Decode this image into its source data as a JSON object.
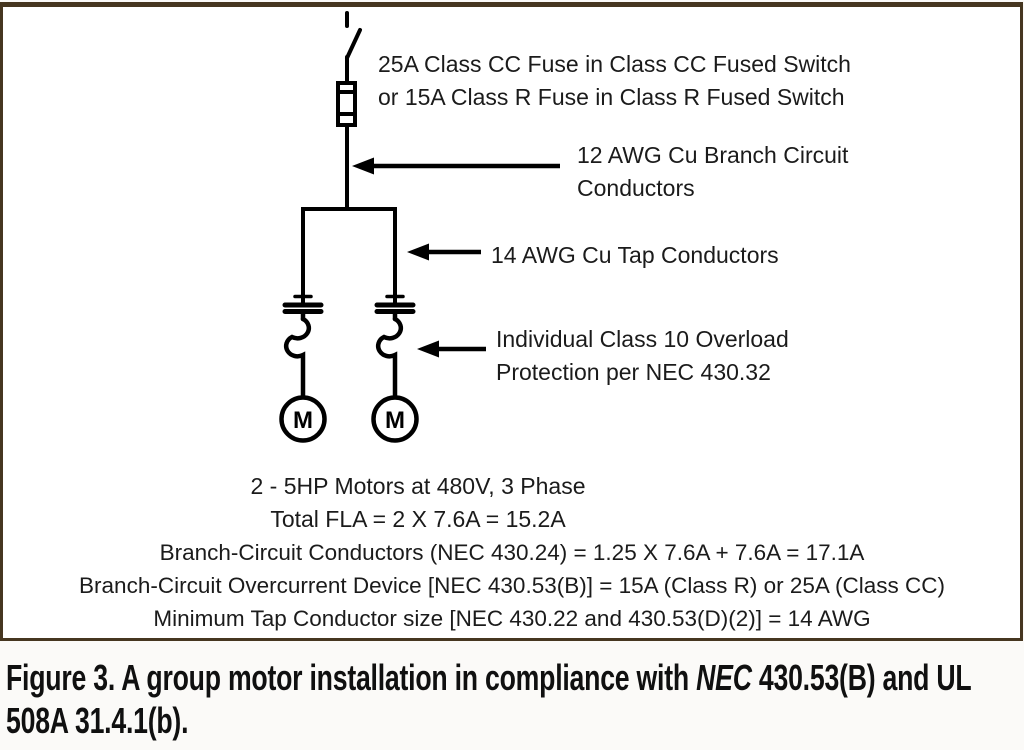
{
  "figure": {
    "colors": {
      "frame_border": "#463620",
      "schematic_line": "#000000",
      "text": "#1b1b1b",
      "background": "#ffffff"
    },
    "labels": {
      "fuse_line1": "25A Class CC Fuse in Class CC Fused Switch",
      "fuse_line2": "or 15A Class R Fuse in Class R Fused Switch",
      "branch_conductors_line1": "12 AWG Cu Branch Circuit",
      "branch_conductors_line2": "Conductors",
      "tap_conductors": "14 AWG Cu Tap Conductors",
      "overload_line1": "Individual Class 10 Overload",
      "overload_line2": "Protection per NEC 430.32",
      "motor": "M"
    },
    "specs": {
      "motors": "2 - 5HP Motors at 480V, 3 Phase",
      "total_fla": "Total FLA = 2 X 7.6A = 15.2A",
      "branch_circuit_conductors": "Branch-Circuit Conductors (NEC 430.24) = 1.25 X 7.6A + 7.6A = 17.1A",
      "overcurrent_device": "Branch-Circuit Overcurrent Device [NEC 430.53(B)] = 15A (Class R) or 25A (Class CC)",
      "min_tap_conductor": "Minimum Tap Conductor size [NEC 430.22 and 430.53(D)(2)] = 14 AWG"
    },
    "caption": {
      "line1_pre": "Figure 3. A group motor installation in compliance with ",
      "line1_italic": "NEC",
      "line1_post": " 430.53(B) and UL",
      "line2": "508A 31.4.1(b)."
    }
  }
}
